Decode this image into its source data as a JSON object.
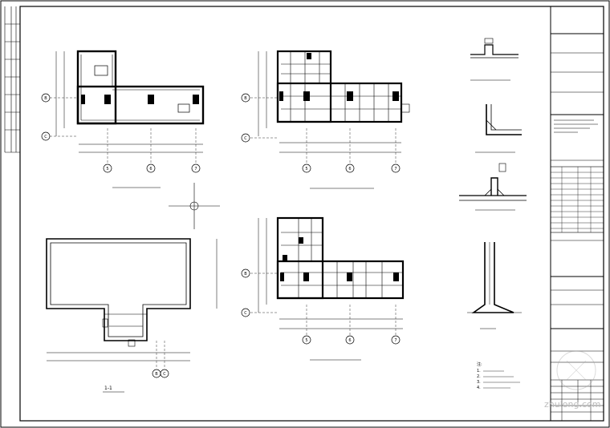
{
  "drawing": {
    "axis_labels_left": [
      "B",
      "C"
    ],
    "axis_labels_bottom": [
      "5",
      "6",
      "7"
    ],
    "section_axis_labels": [
      "B",
      "C"
    ],
    "plan_titles": {
      "plan_a": "",
      "plan_b": "",
      "plan_c": "",
      "section": "1-1"
    },
    "detail_titles": [
      "",
      "",
      "",
      "",
      ""
    ],
    "notes_heading": "注:",
    "notes": [
      "1.",
      "2.",
      "3.",
      "4."
    ]
  },
  "title_block": {
    "drawing_title": "",
    "drawing_number": "",
    "watermark": "zhulong.com"
  }
}
